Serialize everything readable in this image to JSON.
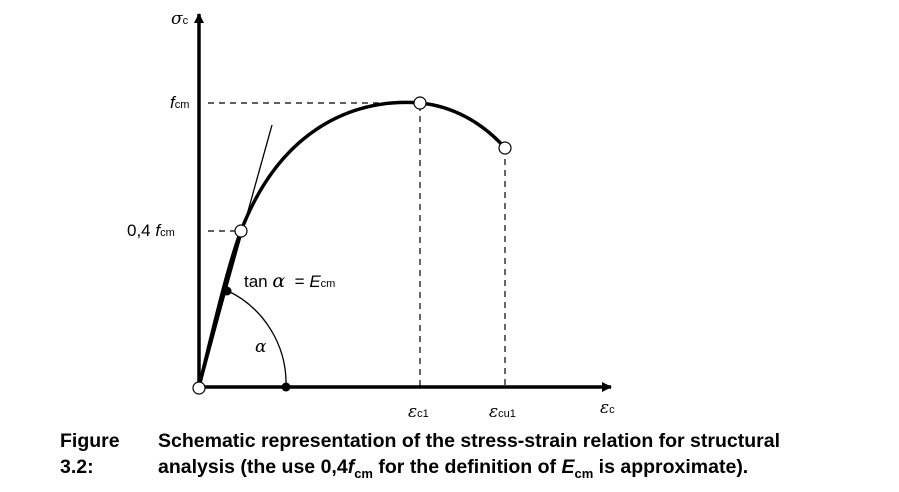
{
  "diagram": {
    "y_axis_symbol": "σ",
    "y_axis_sub": "c",
    "x_axis_symbol": "ε",
    "x_axis_sub": "c",
    "fcm_main": "f",
    "fcm_sub": "cm",
    "point04_prefix": "0,4 ",
    "point04_main": "f",
    "point04_sub": "cm",
    "tangent_prefix": "tan ",
    "tangent_greek": "α",
    "tangent_eq": "  = ",
    "tangent_main": "E",
    "tangent_sub": "cm",
    "angle_symbol": "α",
    "ec1_main": "ε",
    "ec1_sub": "c1",
    "ecu1_main": "ε",
    "ecu1_sub": "cu1"
  },
  "caption": {
    "number": "Figure 3.2:",
    "line1": "Schematic representation of the stress-strain relation for structural",
    "line2_a": "analysis (the use 0,4",
    "line2_b": "f",
    "line2_c": "cm",
    "line2_d": " for the definition of ",
    "line2_e": "E",
    "line2_f": "cm",
    "line2_g": " is approximate)."
  }
}
